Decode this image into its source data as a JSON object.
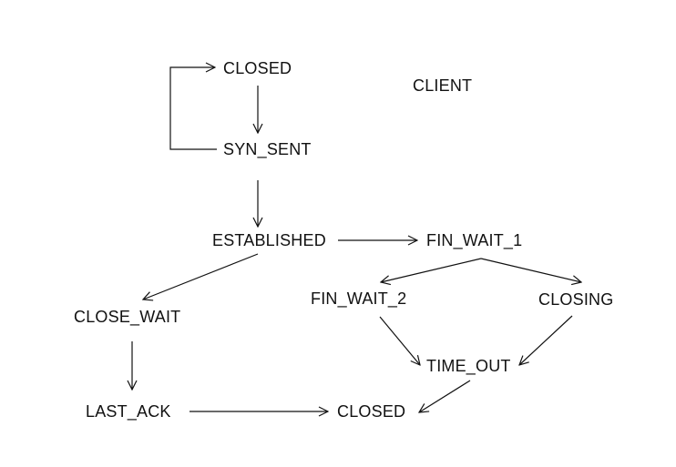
{
  "diagram": {
    "title": "CLIENT",
    "states": {
      "closed_top": "CLOSED",
      "syn_sent": "SYN_SENT",
      "established": "ESTABLISHED",
      "fin_wait_1": "FIN_WAIT_1",
      "close_wait": "CLOSE_WAIT",
      "fin_wait_2": "FIN_WAIT_2",
      "closing": "CLOSING",
      "time_out": "TIME_OUT",
      "last_ack": "LAST_ACK",
      "closed_bottom": "CLOSED"
    }
  }
}
